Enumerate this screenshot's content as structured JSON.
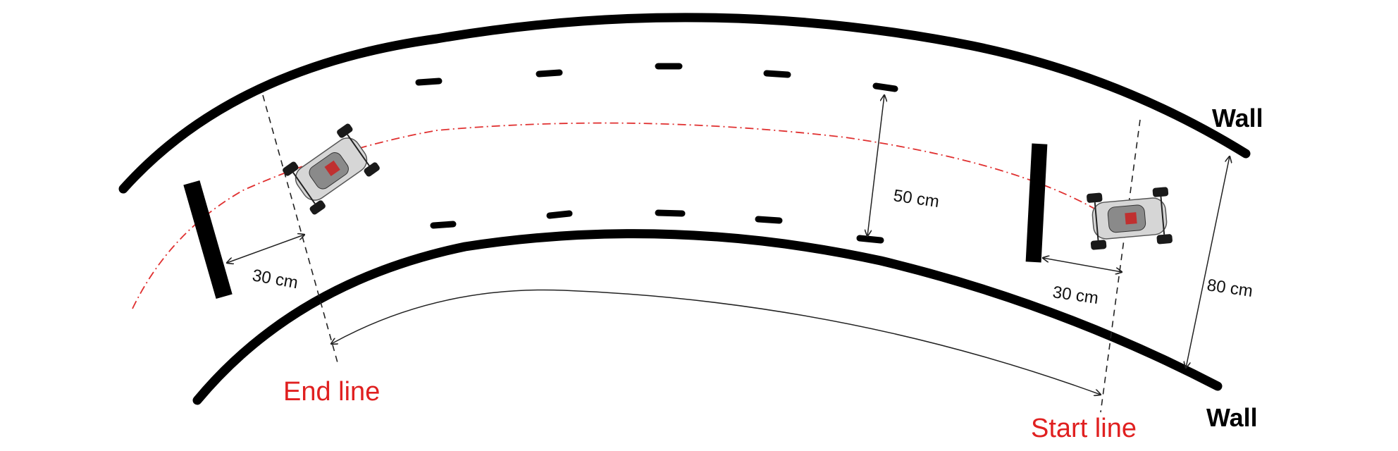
{
  "labels": {
    "wall_top": "Wall",
    "wall_bottom": "Wall",
    "end_line": "End line",
    "start_line": "Start line",
    "width_50": "50 cm",
    "width_80": "80 cm",
    "gap_left": "30 cm",
    "gap_right": "30 cm"
  },
  "colors": {
    "wall": "#000000",
    "trajectory": "#e03030",
    "line_label": "#e02020",
    "dimension": "#222222"
  },
  "icons": {
    "vehicle": "rc-car-top-view-icon",
    "obstacle": "barrier-block-icon"
  }
}
